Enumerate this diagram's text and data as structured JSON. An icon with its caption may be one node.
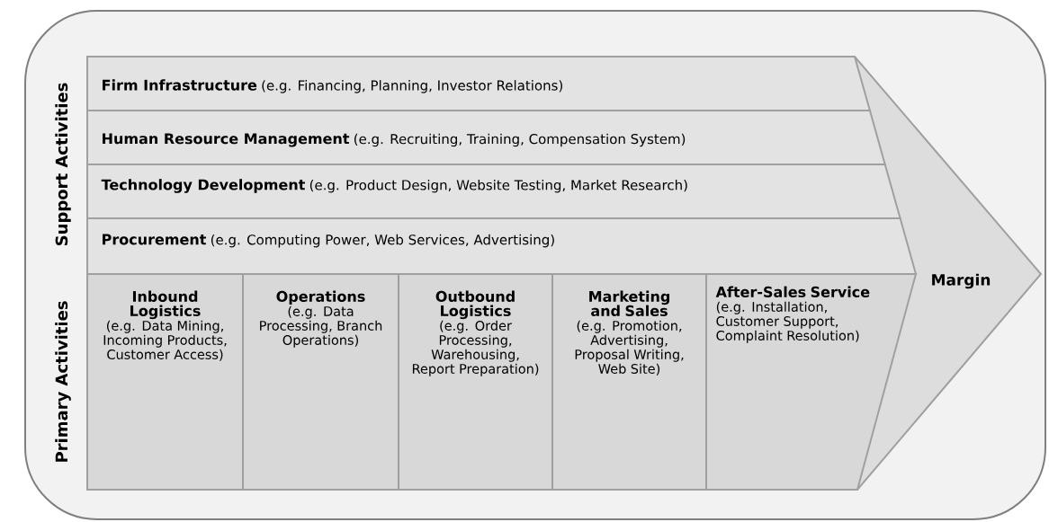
{
  "diagram": {
    "nodes": [
      {
        "text": [
          "Margin"
        ]
      },
      {
        "text": [
          "Firm Infrastructure",
          "(e.g. Financing, Planning, Investor Relations)"
        ],
        "in": 0
      },
      {
        "text": [
          "Human Resource Management",
          "(e.g. Recruiting, Training, Compensation System)"
        ],
        "in": 0
      },
      {
        "text": [
          "Technology Development",
          "(e.g. Product Design, Website Testing, Market Research)"
        ],
        "in": 0
      },
      {
        "text": [
          "Procurement",
          "(e.g. Computing Power, Web Services, Advertising)"
        ],
        "in": 0
      },
      {
        "text": [
          "Inbound Logistics",
          "(e.g. Data Mining, Incoming Products, Customer Access)"
        ],
        "in": 0
      },
      {
        "text": [
          "Operations",
          "(e.g. Data Processing, Branch Operations)"
        ],
        "in": 0
      },
      {
        "text": [
          "Outbound Logistics",
          "(e.g. Order Processing, Warehousing, Report Preparation)"
        ],
        "in": 0
      },
      {
        "text": [
          "Marketing and Sales",
          "(e.g. Promotion, Advertising, Proposal Writing, Web Site)"
        ],
        "in": 0
      },
      {
        "text": [
          "After-Sales Service",
          "(e.g. Installation, Customer Support, Complaint Resolution)"
        ],
        "in": 0
      }
    ],
    "labels": [
      "Support Activities",
      "Primary Activities"
    ]
  }
}
